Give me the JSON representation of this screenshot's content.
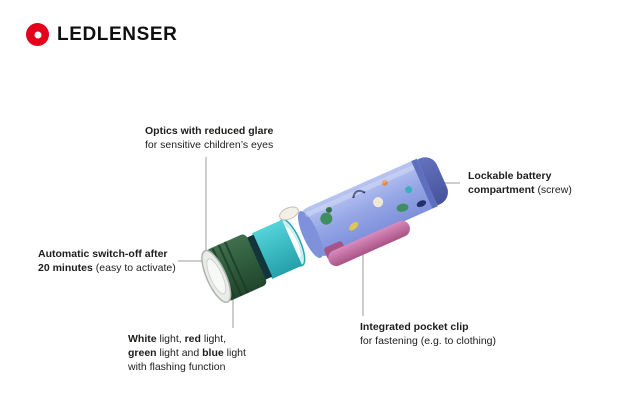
{
  "logo": {
    "text": "LEDLENSER"
  },
  "colors": {
    "brand_red": "#e2001a",
    "head_green": "#2f5e3d",
    "accent_teal": "#35c4cd",
    "body_blue": "#93a5e6",
    "clip_pink": "#c06ba4",
    "leader_gray": "#9b9b9b"
  },
  "callouts": {
    "optics": {
      "title": "Optics with reduced glare",
      "subtitle": "for sensitive children’s eyes"
    },
    "battery": {
      "title_line1": "Lockable battery",
      "title_line2": "compartment",
      "subtitle": "(screw)"
    },
    "switch_off": {
      "title_line1": "Automatic switch-off after",
      "title_line2": "20 minutes",
      "subtitle": "(easy to activate)"
    },
    "lights": {
      "bold_white": "White",
      "sep1": " light, ",
      "bold_red": "red",
      "sep2": " light,",
      "bold_green": "green",
      "sep3": " light and ",
      "bold_blue": "blue",
      "sep4": " light",
      "line3": "with flashing function"
    },
    "clip": {
      "title": "Integrated pocket clip",
      "subtitle": "for fastening (e.g. to clothing)"
    }
  }
}
